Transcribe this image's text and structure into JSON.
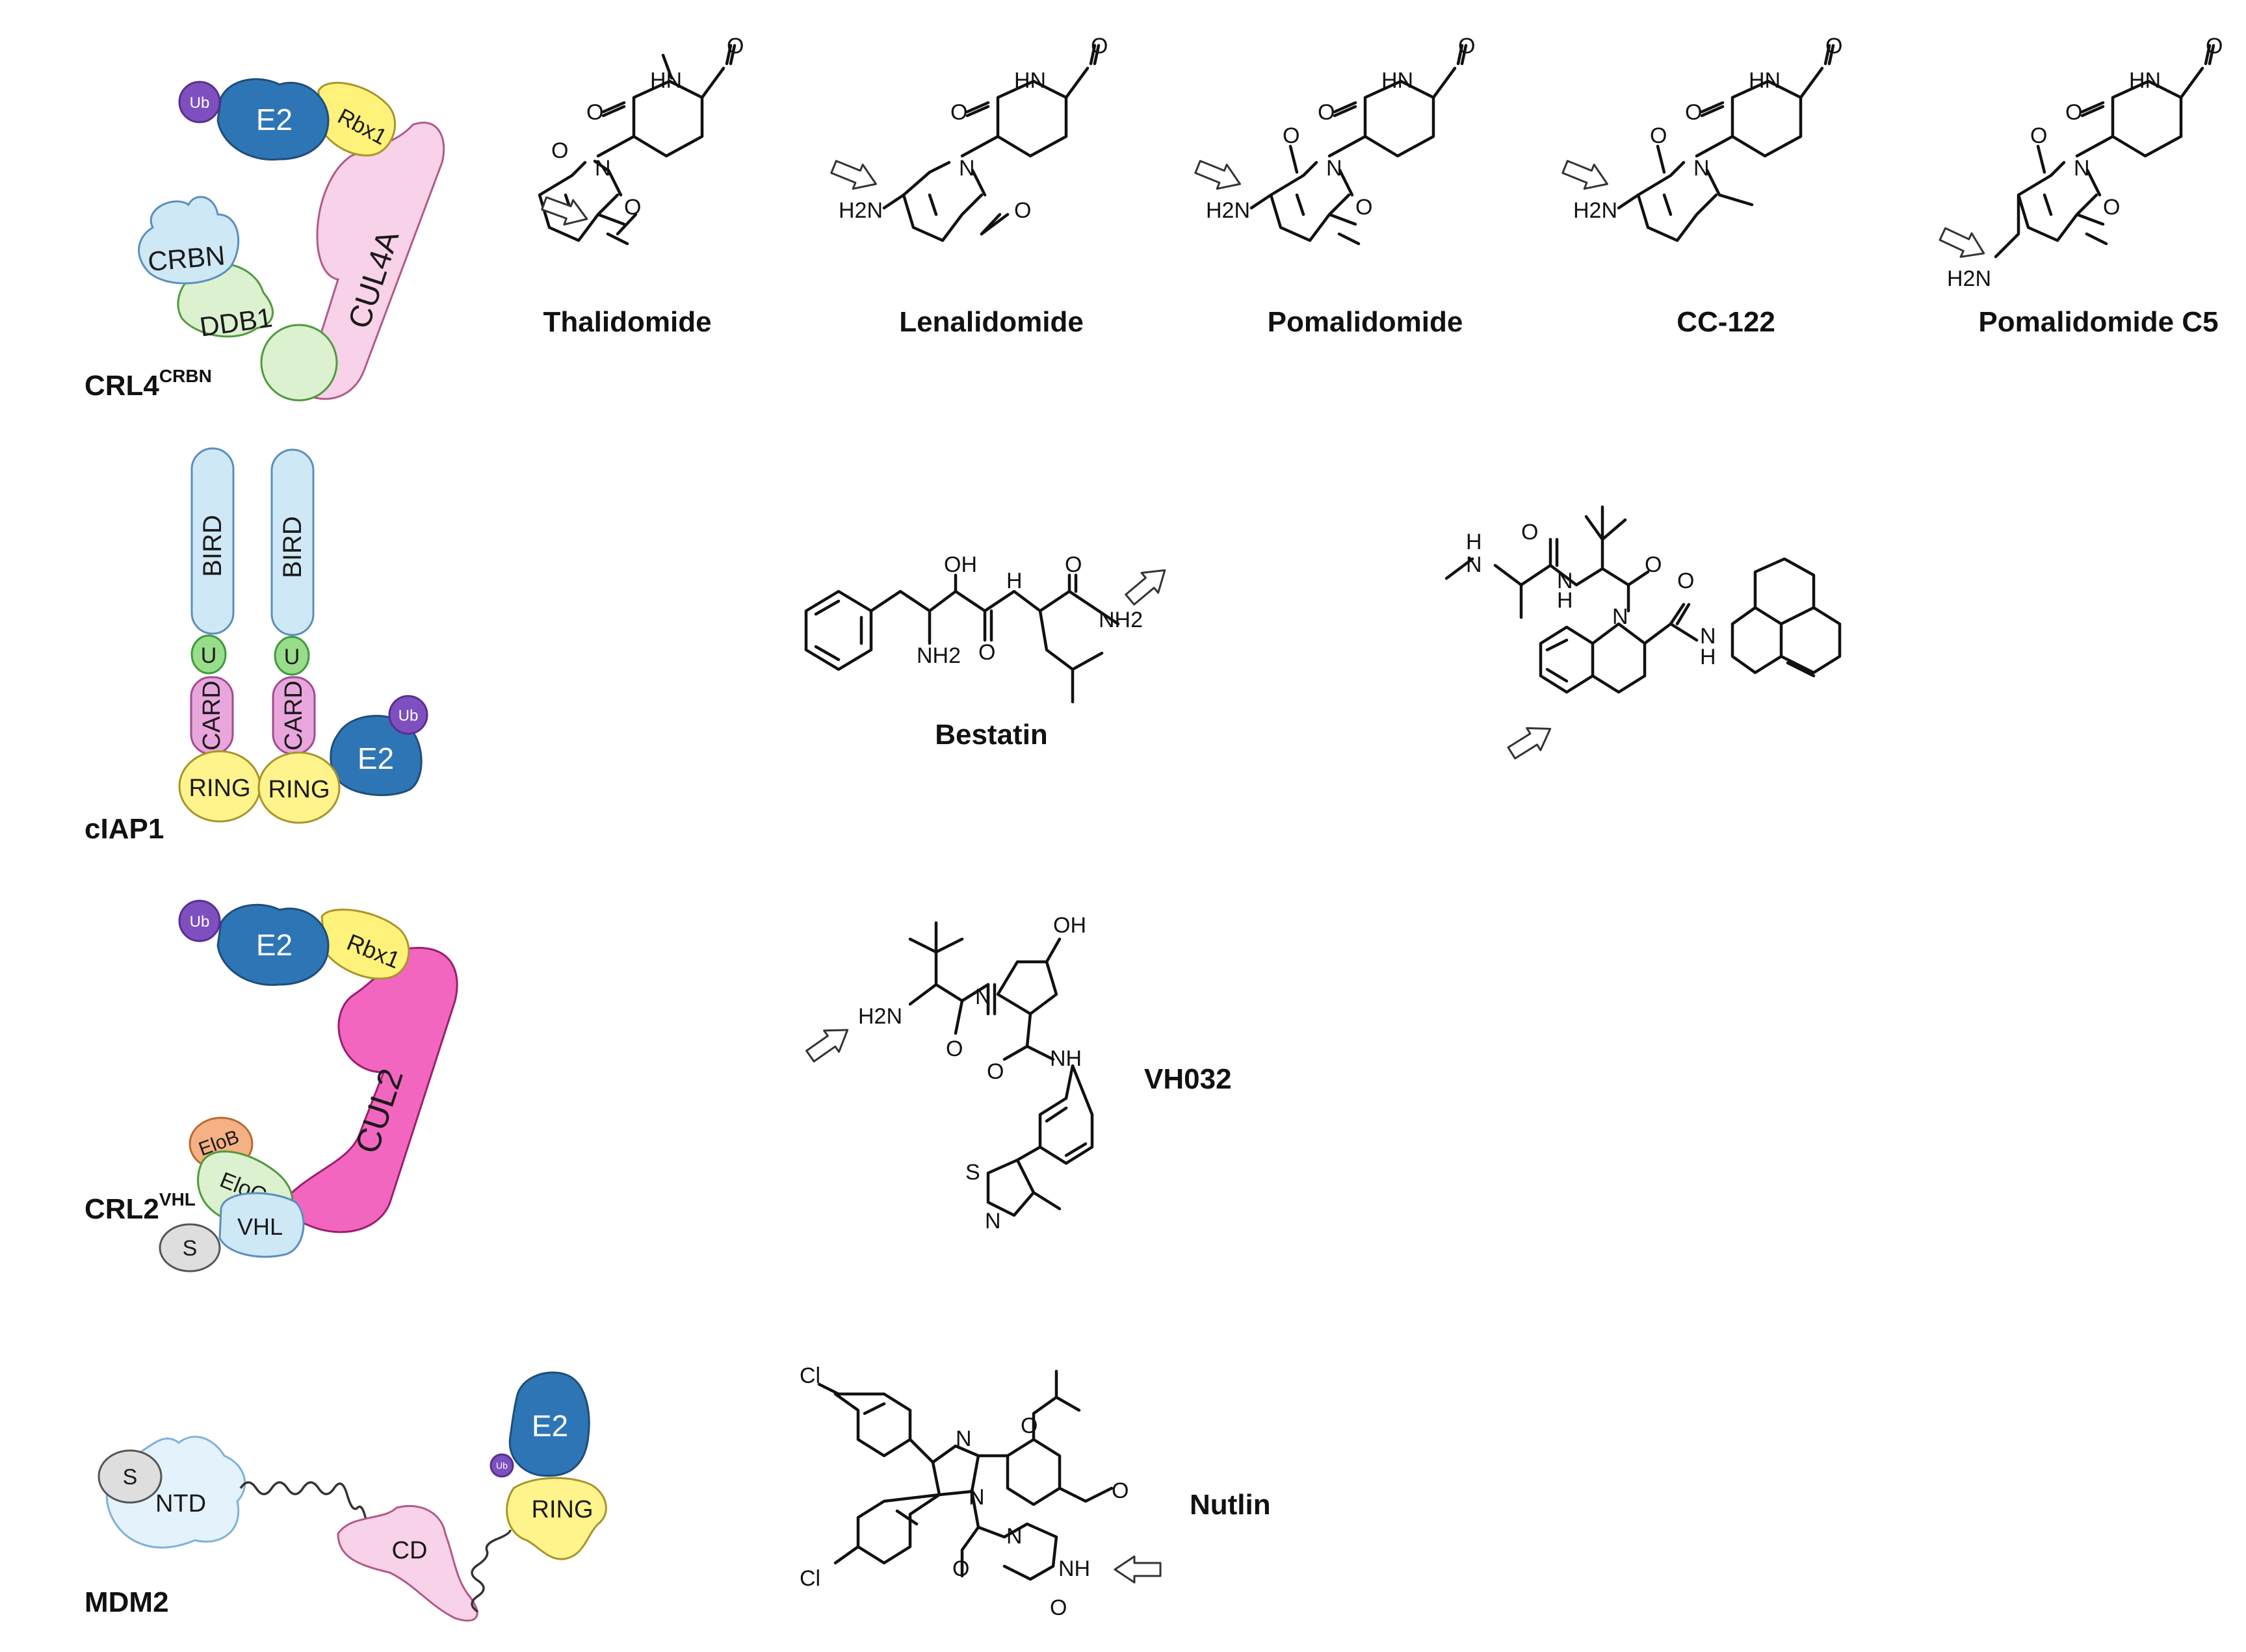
{
  "ligases": [
    {
      "id": "crl4",
      "name": "CRL4",
      "sup": "CRBN",
      "parts": {
        "ub": "Ub",
        "e2": "E2",
        "rbx1": "Rbx1",
        "crbn": "CRBN",
        "ddb1": "DDB1",
        "cul4a": "CUL4A"
      }
    },
    {
      "id": "ciap1",
      "name": "cIAP1",
      "parts": {
        "bird": "BIRD",
        "u": "U",
        "card": "CARD",
        "ring": "RING",
        "e2": "E2",
        "ub": "Ub"
      }
    },
    {
      "id": "crl2",
      "name": "CRL2",
      "sup": "VHL",
      "parts": {
        "ub": "Ub",
        "e2": "E2",
        "rbx1": "Rbx1",
        "cul2": "CUL2",
        "elob": "EloB",
        "eloc": "EloC",
        "vhl": "VHL",
        "s": "S"
      }
    },
    {
      "id": "mdm2",
      "name": "MDM2",
      "parts": {
        "s": "S",
        "ntd": "NTD",
        "cd": "CD",
        "ring": "RING",
        "e2": "E2",
        "ub": "Ub"
      }
    }
  ],
  "compounds": [
    {
      "id": "thalidomide",
      "name": "Thalidomide"
    },
    {
      "id": "lenalidomide",
      "name": "Lenalidomide"
    },
    {
      "id": "pomalidomide",
      "name": "Pomalidomide"
    },
    {
      "id": "cc122",
      "name": "CC-122"
    },
    {
      "id": "pomalidomide_c5",
      "name": "Pomalidomide C5"
    },
    {
      "id": "bestatin",
      "name": "Bestatin"
    },
    {
      "id": "ciap_ligand",
      "name": ""
    },
    {
      "id": "vh032",
      "name": "VH032"
    },
    {
      "id": "nutlin",
      "name": "Nutlin"
    }
  ],
  "atoms": {
    "hn": "HN",
    "o": "O",
    "n": "N",
    "h2n": "H2N",
    "nh2": "NH2",
    "oh": "OH",
    "h": "H",
    "nh": "NH",
    "s": "S",
    "cl": "Cl"
  },
  "colors": {
    "e2": "#2e75b6",
    "ub": "#7e4fbf",
    "rbx1": "#fff27a",
    "crbn": "#cfe8f5",
    "ddb1": "#dcf1d0",
    "cul4a": "#f8d2e8",
    "cul2": "#f266c0",
    "card": "#e9a6dc",
    "u": "#98dd8a",
    "ring": "#fff38c",
    "bird": "#cfe8f5",
    "elob": "#f5b083",
    "s": "#dedede"
  }
}
